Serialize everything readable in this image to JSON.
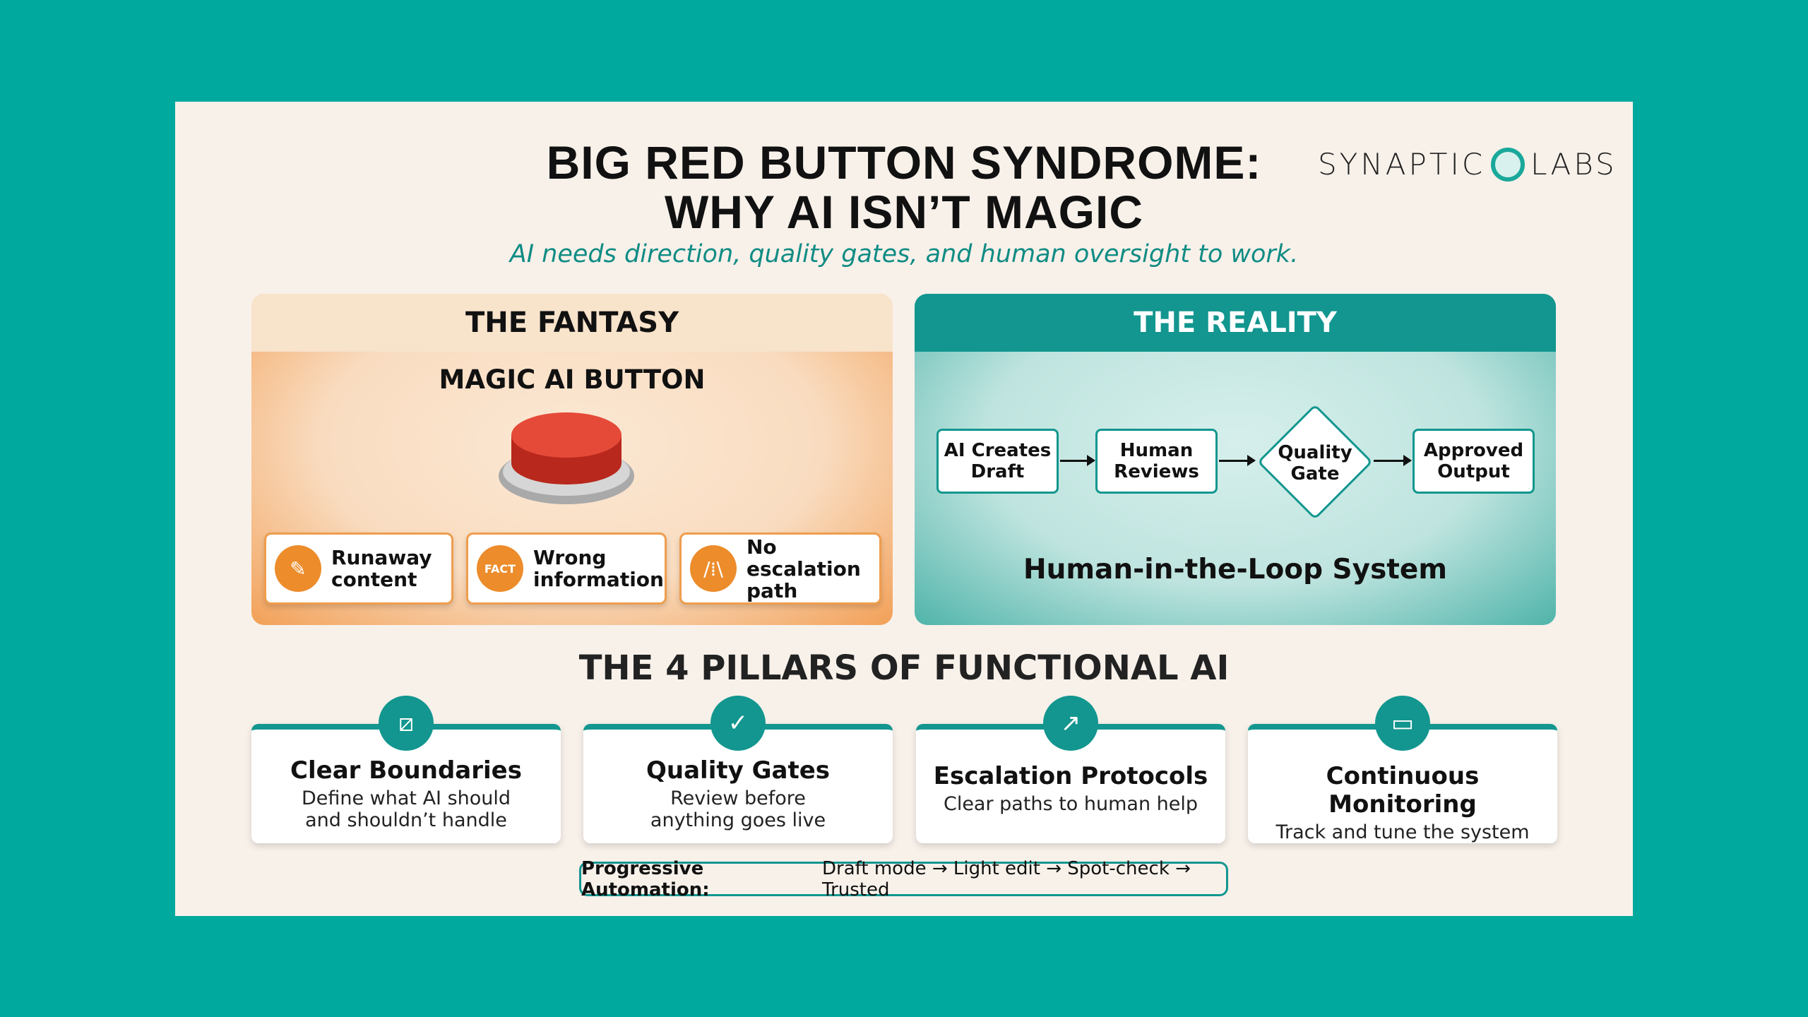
{
  "title": {
    "line1": "BIG RED BUTTON SYNDROME:",
    "line2": "WHY AI ISN’T MAGIC",
    "subtitle": "AI needs direction, quality gates, and human oversight to work."
  },
  "logo": {
    "left": "SYNAPTIC",
    "right": "LABS"
  },
  "fantasy": {
    "header": "THE FANTASY",
    "button_label": "MAGIC AI BUTTON",
    "issues": [
      {
        "icon": "document-icon",
        "label": "Runaway content"
      },
      {
        "icon": "fact-check-icon",
        "label": "Wrong information"
      },
      {
        "icon": "road-icon",
        "label": "No escalation path"
      }
    ]
  },
  "reality": {
    "header": "THE REALITY",
    "steps": [
      "AI Creates Draft",
      "Human Reviews",
      "Quality Gate",
      "Approved Output"
    ],
    "caption": "Human-in-the-Loop System"
  },
  "pillars": {
    "heading": "THE 4 PILLARS OF FUNCTIONAL AI",
    "items": [
      {
        "icon": "boundary-icon",
        "title": "Clear Boundaries",
        "desc": "Define what AI should and shouldn’t handle"
      },
      {
        "icon": "quality-gate-icon",
        "title": "Quality Gates",
        "desc": "Review before anything goes live"
      },
      {
        "icon": "escalation-icon",
        "title": "Escalation Protocols",
        "desc": "Clear paths to human help"
      },
      {
        "icon": "monitor-icon",
        "title": "Continuous Monitoring",
        "desc": "Track and tune the system"
      }
    ]
  },
  "progressive": {
    "label": "Progressive Automation:",
    "text": "Draft mode → Light edit → Spot-check → Trusted"
  },
  "colors": {
    "background": "#00a99d",
    "teal": "#12968f",
    "orange": "#ec8c2b",
    "red": "#d93a2b"
  }
}
